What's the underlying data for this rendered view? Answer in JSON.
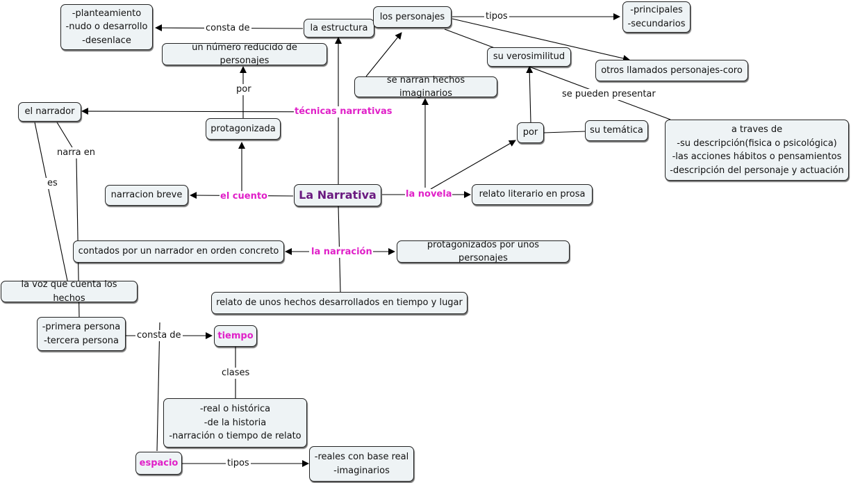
{
  "nodes": {
    "central": "La Narrativa",
    "estructura": "la estructura",
    "partes": "-planteamiento\n-nudo o desarrollo\n-desenlace",
    "personajes": "los personajes",
    "tipos_personajes": "-principales\n-secundarios",
    "coro": "otros llamados personajes-coro",
    "verosimilitud": "su verosimilitud",
    "numero_reducido": "un número reducido de personajes",
    "hechos_imaginarios": "se narran hechos imaginarios",
    "narrador": "el narrador",
    "protagonizada": "protagonizada",
    "por": "por",
    "tematica": "su temática",
    "a_traves": "a traves de\n-su descripción(fisica o psicológica)\n-las acciones hábitos o pensamientos\n-descripción del personaje y actuación",
    "narracion_breve": "narracion breve",
    "relato_prosa": "relato literario en prosa",
    "contados": "contados por un narrador en orden concreto",
    "protagonizados": "protagonizados por unos personajes",
    "voz": "la voz que cuenta los hechos",
    "relato_hechos": "relato de unos hechos desarrollados en tiempo y lugar",
    "personas": "-primera persona\n-tercera persona",
    "tiempo": "tiempo",
    "clases_tiempo": "-real o histórica\n-de la historia\n-narración o tiempo de relato",
    "espacio": "espacio",
    "tipos_espacio": "-reales con base real\n-imaginarios"
  },
  "labels": {
    "tecnicas": "técnicas narrativas",
    "cuento": "el cuento",
    "novela": "la novela",
    "narracion": "la narración",
    "consta_de_1": "consta de",
    "tipos_1": "tipos",
    "se_pueden_presentar": "se pueden presentar",
    "por_1": "por",
    "narra_en": "narra en",
    "es": "es",
    "consta_de_2": "consta de",
    "clases": "clases",
    "tipos_2": "tipos"
  },
  "colors": {
    "accent_pink": "#e020c8",
    "central_text": "#6a1a80",
    "node_fill": "#eef3f5"
  }
}
